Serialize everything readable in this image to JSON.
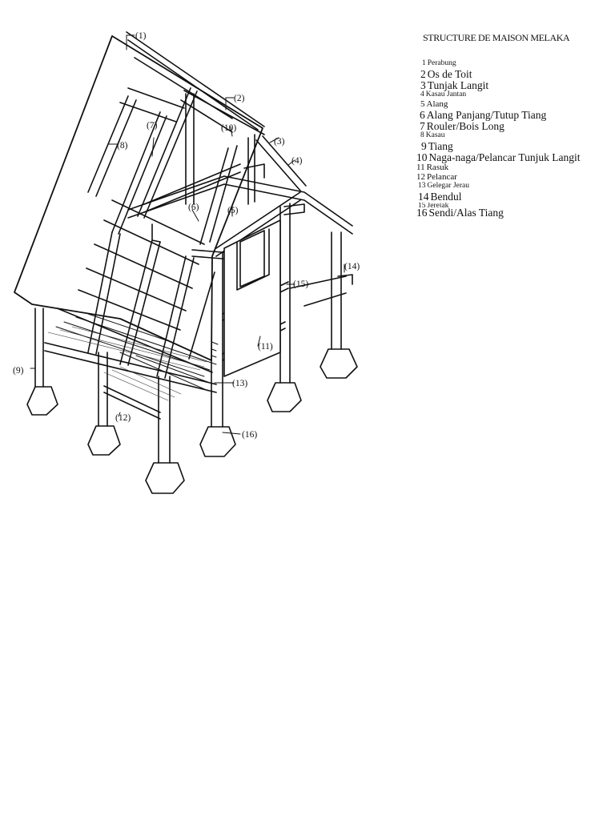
{
  "legend": {
    "title": "STRUCTURE DE MAISON MELAKA",
    "items": [
      {
        "num": "1",
        "label": "Perabung",
        "size": "s",
        "indent": 7
      },
      {
        "num": "2",
        "label": "Os de Toit",
        "size": "l",
        "indent": 5
      },
      {
        "num": "3",
        "label": "Tunjak Langit",
        "size": "l",
        "indent": 5
      },
      {
        "num": "4",
        "label": "Kasau Jantan",
        "size": "s",
        "indent": 5
      },
      {
        "num": "5",
        "label": "Alang",
        "size": "m",
        "indent": 5
      },
      {
        "num": "6",
        "label": "Alang Panjang/Tutup Tiang",
        "size": "l",
        "indent": 4
      },
      {
        "num": "7",
        "label": "Rouler/Bois Long",
        "size": "l",
        "indent": 4
      },
      {
        "num": "8",
        "label": "Kasau",
        "size": "s",
        "indent": 5
      },
      {
        "num": "9",
        "label": "Tiang",
        "size": "l",
        "indent": 6
      },
      {
        "num": "10",
        "label": "Naga-naga/Pelancar Tunjuk Langit",
        "size": "l",
        "indent": 0
      },
      {
        "num": "11",
        "label": "Rasuk",
        "size": "m",
        "indent": 0
      },
      {
        "num": "12",
        "label": "Pelancar",
        "size": "m",
        "indent": 0
      },
      {
        "num": "13",
        "label": "Gelegar Jerau",
        "size": "s",
        "indent": 2
      },
      {
        "num": "14",
        "label": "Bendul",
        "size": "l",
        "indent": 2
      },
      {
        "num": "15",
        "label": "Jerejak",
        "size": "s",
        "indent": 2,
        "clipped": true
      },
      {
        "num": "16",
        "label": "Sendi/Alas Tiang",
        "size": "l",
        "indent": 0
      }
    ]
  },
  "callouts": [
    "(1)",
    "(2)",
    "(3)",
    "(4)",
    "(5)",
    "(6)",
    "(7)",
    "(8)",
    "(9)",
    "(10)",
    "(11)",
    "(12)",
    "(13)",
    "(14)",
    "(15)",
    "(16)"
  ]
}
